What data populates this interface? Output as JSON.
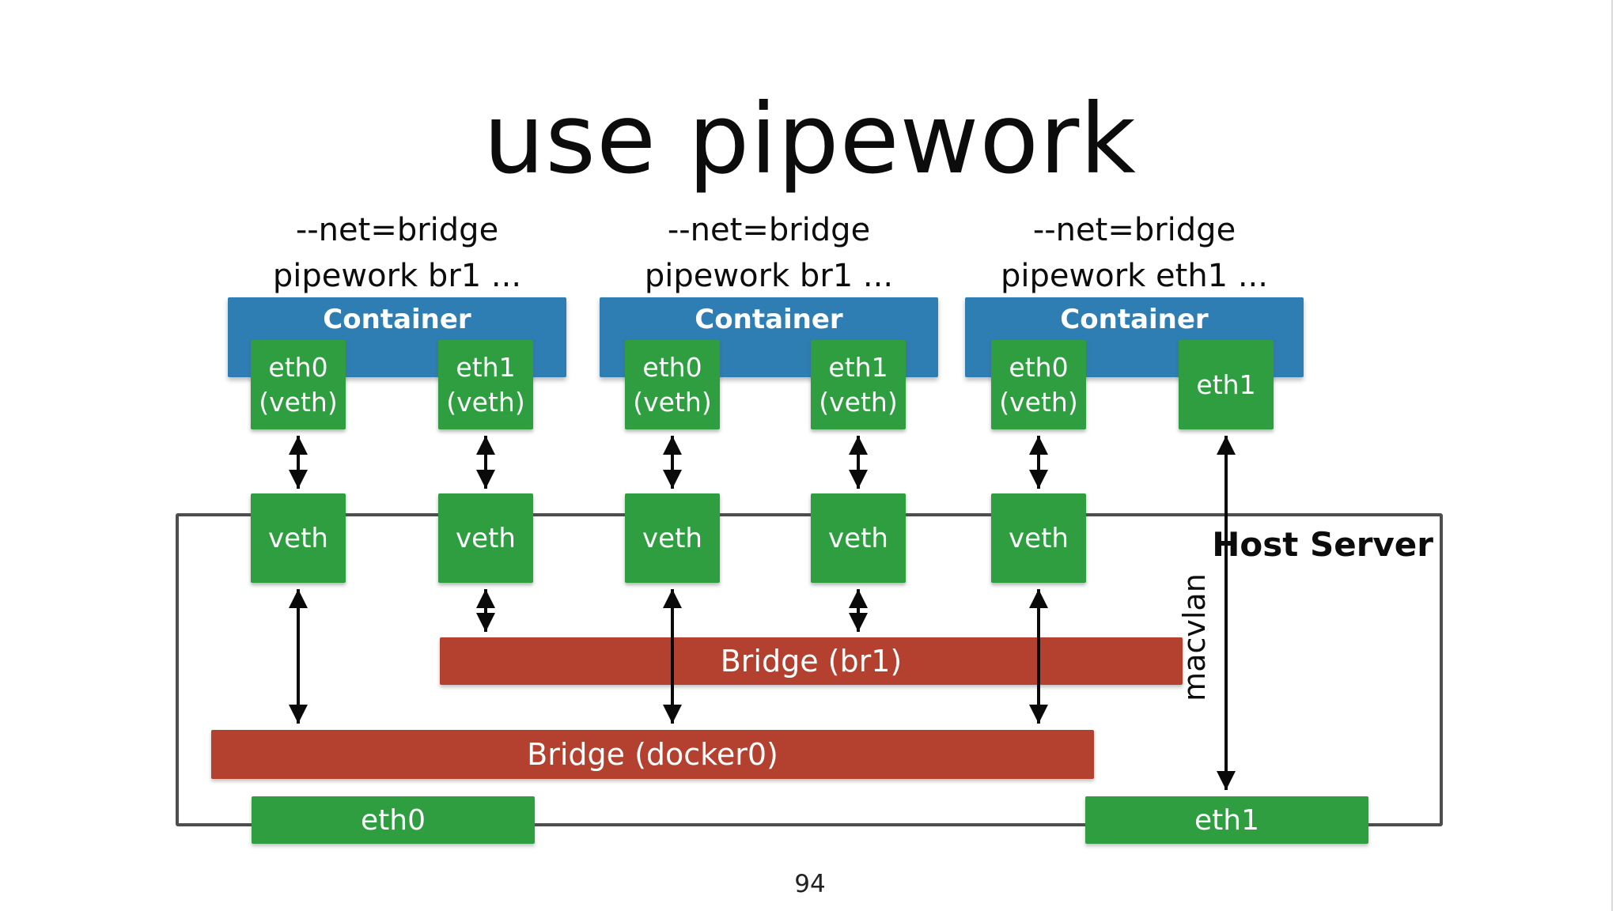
{
  "slide": {
    "title": "use pipework",
    "page_number": "94",
    "columns": [
      {
        "line1": "--net=bridge",
        "line2": "pipework br1 ..."
      },
      {
        "line1": "--net=bridge",
        "line2": "pipework br1 ..."
      },
      {
        "line1": "--net=bridge",
        "line2": "pipework eth1 ..."
      }
    ],
    "containers": [
      {
        "label": "Container",
        "interfaces": [
          {
            "name": "eth0",
            "sub": "(veth)"
          },
          {
            "name": "eth1",
            "sub": "(veth)"
          }
        ]
      },
      {
        "label": "Container",
        "interfaces": [
          {
            "name": "eth0",
            "sub": "(veth)"
          },
          {
            "name": "eth1",
            "sub": "(veth)"
          }
        ]
      },
      {
        "label": "Container",
        "interfaces": [
          {
            "name": "eth0",
            "sub": "(veth)"
          },
          {
            "name": "eth1",
            "sub": ""
          }
        ]
      }
    ],
    "host": {
      "label": "Host Server",
      "veth_boxes": [
        "veth",
        "veth",
        "veth",
        "veth",
        "veth"
      ],
      "bridges": [
        {
          "label": "Bridge (br1)"
        },
        {
          "label": "Bridge (docker0)"
        }
      ],
      "nics": [
        {
          "label": "eth0"
        },
        {
          "label": "eth1"
        }
      ],
      "macvlan_label": "macvlan"
    },
    "colors": {
      "container_blue": "#2e7eb4",
      "box_green": "#2f9e41",
      "bridge_red": "#b4402f",
      "host_border": "#4d4d4d",
      "arrow_black": "#0a0a0a",
      "text_white": "#ffffff",
      "text_dark": "#111111"
    }
  }
}
